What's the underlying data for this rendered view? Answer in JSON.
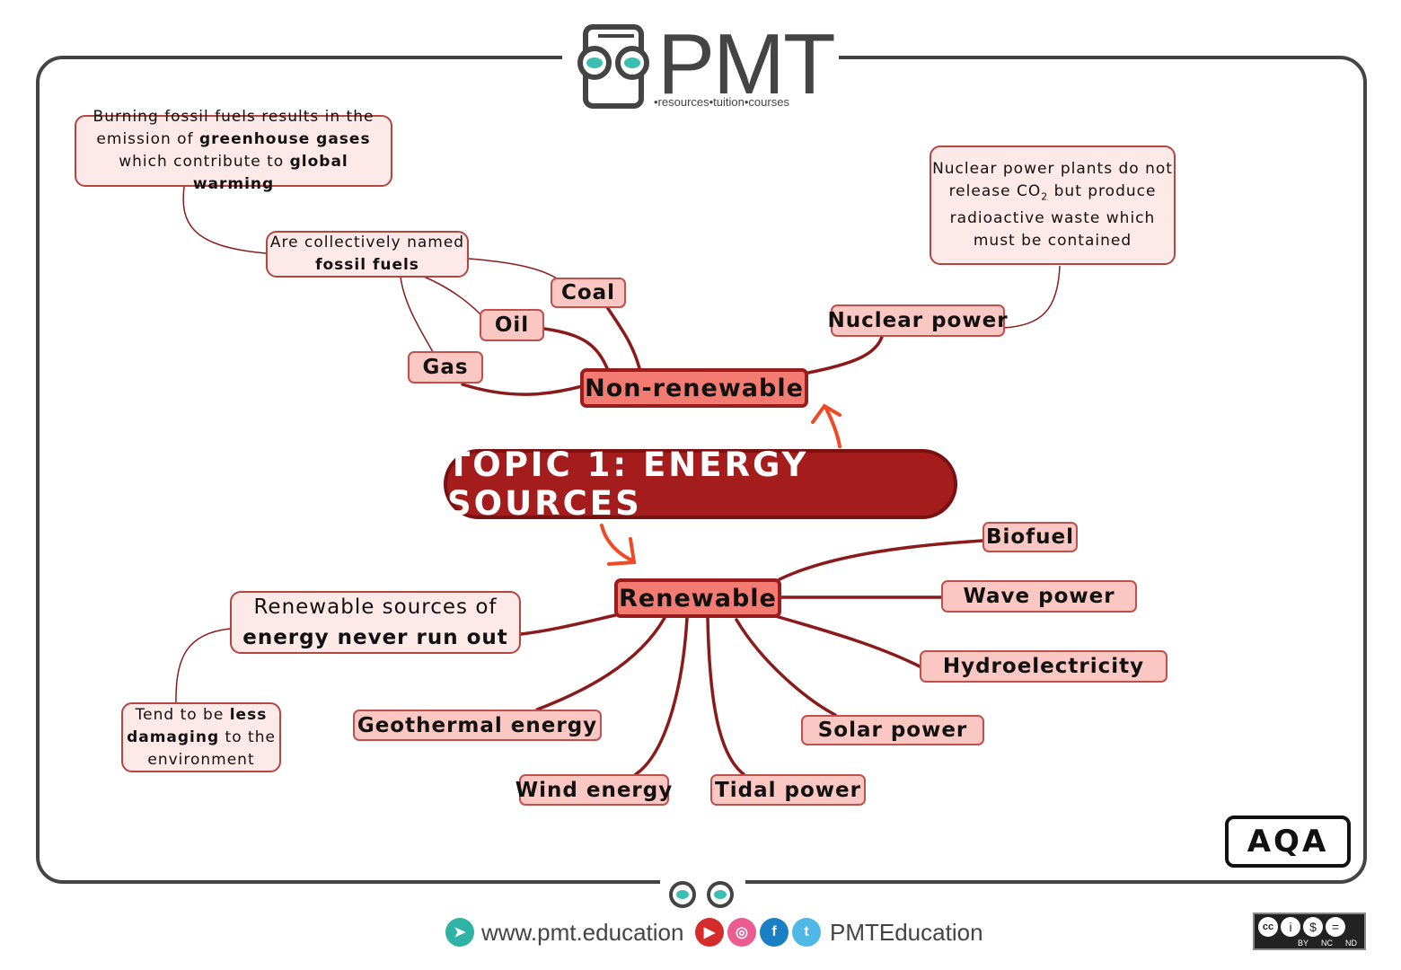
{
  "logo": {
    "name": "PMT",
    "tagline": "•resources•tuition•courses"
  },
  "title": "TOPIC 1: ENERGY SOURCES",
  "branches": {
    "non_renewable": {
      "label": "Non-renewable",
      "children": [
        "Coal",
        "Oil",
        "Gas",
        "Nuclear power"
      ],
      "fossil_note": [
        "Are collectively named ",
        "fossil fuels"
      ],
      "burning_note": [
        "Burning fossil fuels results in the emission of ",
        "greenhouse gases",
        " which contribute to ",
        "global warming"
      ],
      "nuclear_note": [
        "Nuclear power plants do not release CO",
        "2",
        " but produce radioactive waste which must be contained"
      ]
    },
    "renewable": {
      "label": "Renewable",
      "children": [
        "Biofuel",
        "Wave power",
        "Hydroelectricity",
        "Solar power",
        "Tidal power",
        "Wind energy",
        "Geothermal energy"
      ],
      "never_note": [
        "Renewable sources of ",
        "energy never run out"
      ],
      "damage_note": [
        "Tend to be ",
        "less damaging",
        " to the environment"
      ]
    }
  },
  "badge": "AQA",
  "footer": {
    "website": "www.pmt.education",
    "social": "PMTEducation",
    "license": [
      "BY",
      "NC",
      "ND"
    ]
  },
  "colors": {
    "main_node": "#f47b72",
    "leaf_node": "#fbc7c3",
    "note": "#fde9e8",
    "center": "#a51c1c",
    "line": "#8b1a1a",
    "arrow": "#f04a25"
  }
}
